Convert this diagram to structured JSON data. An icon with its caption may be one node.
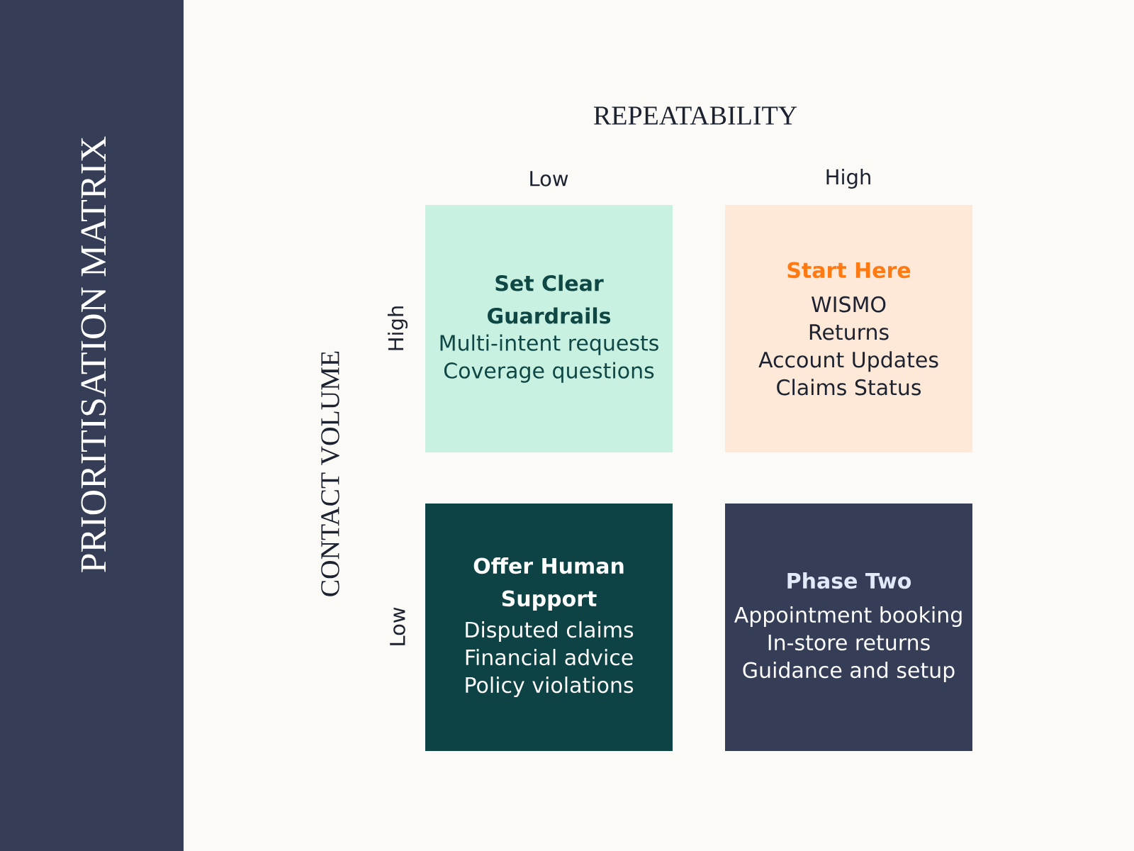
{
  "diagram": {
    "title": "PRIORITISATION MATRIX",
    "nodes": [
      {
        "text": [
          "Set Clear Guardrails",
          "Multi-intent requests",
          "Coverage questions"
        ]
      },
      {
        "text": [
          "Start Here",
          "WISMO",
          "Returns",
          "Account Updates",
          "Claims Status"
        ]
      },
      {
        "text": [
          "Offer Human Support",
          "Disputed claims",
          "Financial advice",
          "Policy violations"
        ]
      },
      {
        "text": [
          "Phase Two",
          "Appointment booking",
          "In-store returns",
          "Guidance and setup"
        ]
      }
    ],
    "labels": [
      "REPEATABILITY",
      "Low",
      "High",
      "CONTACT VOLUME",
      "High",
      "Low"
    ]
  }
}
